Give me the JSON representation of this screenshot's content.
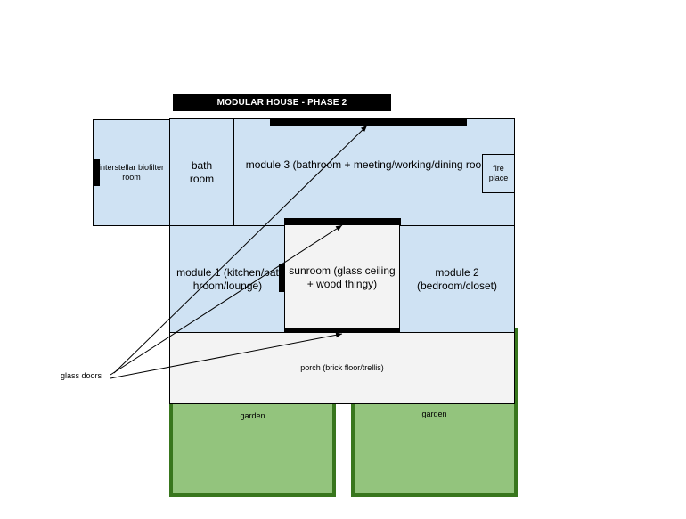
{
  "title": "MODULAR HOUSE - PHASE 2",
  "rooms": {
    "biofilter": "interstellar biofilter room",
    "bath": "bath room",
    "module3": "module 3 (bathroom + meeting/working/dining room)",
    "fireplace": "fire place",
    "module1": "module 1 (kitchen/bathroom/lounge)",
    "sunroom": "sunroom (glass ceiling + wood thingy)",
    "module2": "module 2 (bedroom/closet)",
    "porch": "porch (brick floor/trellis)",
    "garden_left": "garden",
    "garden_right": "garden"
  },
  "annotation": "glass doors",
  "colors": {
    "module_fill": "#cfe2f3",
    "sunroom_fill": "#f3f3f3",
    "garden_fill": "#93c47d",
    "garden_border": "#38761d",
    "wall": "#000000"
  }
}
